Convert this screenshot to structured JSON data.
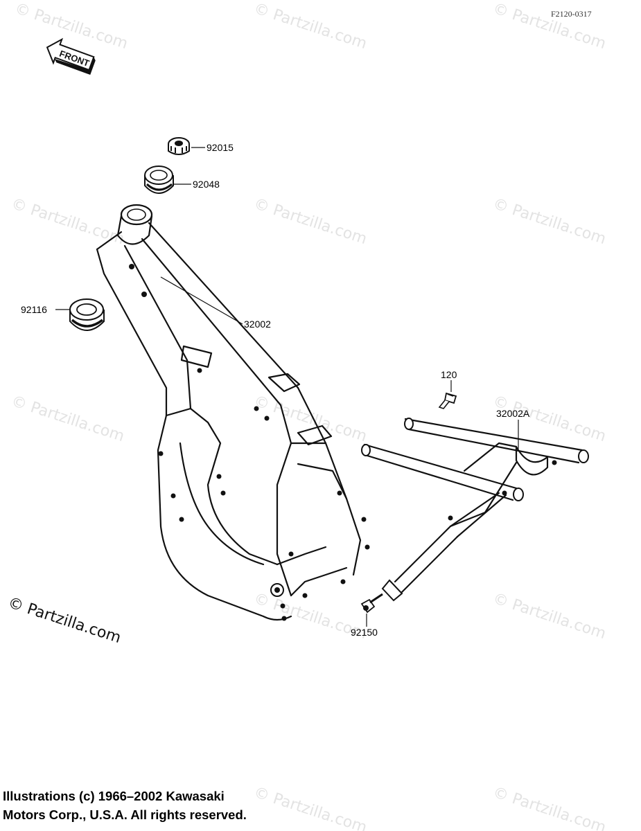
{
  "figure_code": "F2120-0317",
  "front_arrow_label": "FRONT",
  "watermark": "© Partzilla.com",
  "big_watermark": "© Partzilla.com",
  "copyright_line1": "Illustrations (c) 1966–2002 Kawasaki",
  "copyright_line2": "Motors Corp., U.S.A.  All rights reserved.",
  "parts": {
    "p92015": "92015",
    "p92048": "92048",
    "p92116": "92116",
    "p32002": "32002",
    "p120": "120",
    "p32002A": "32002A",
    "p92150": "92150"
  }
}
